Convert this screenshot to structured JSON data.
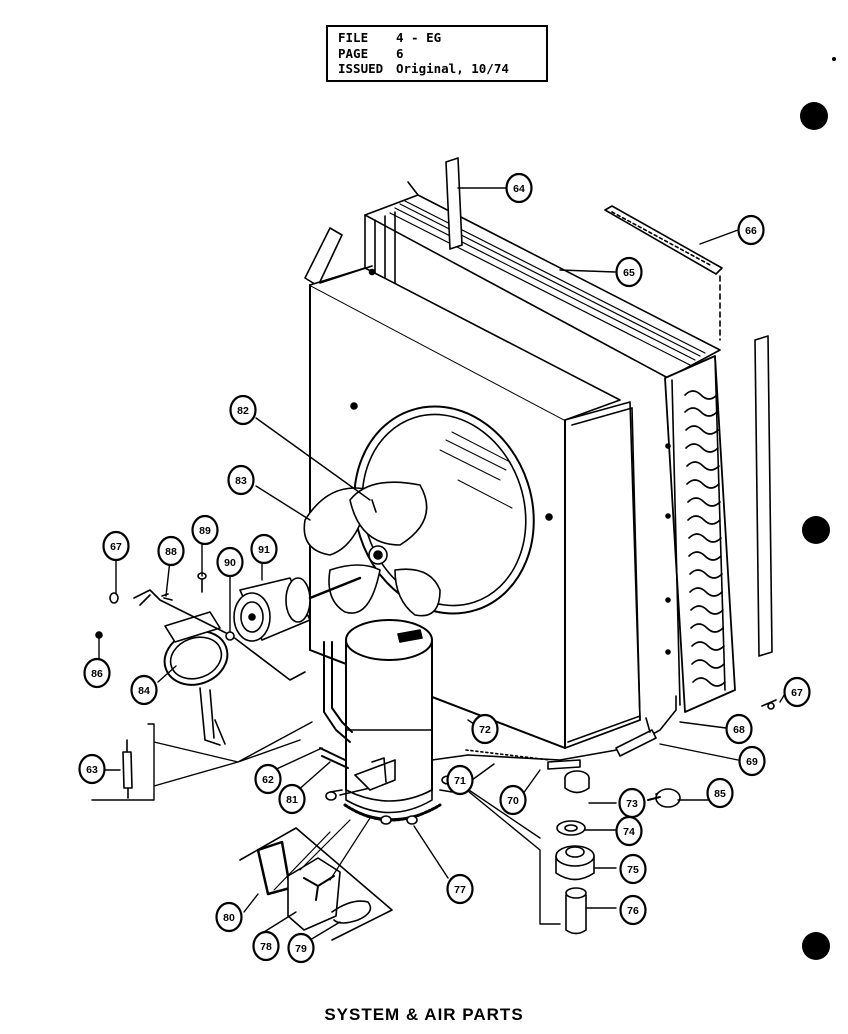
{
  "file_box": {
    "file_label": "FILE",
    "file_value": "4 - EG",
    "page_label": "PAGE",
    "page_value": "6",
    "issued_label": "ISSUED",
    "issued_value": "Original, 10/74"
  },
  "title": "SYSTEM & AIR PARTS",
  "callouts": [
    {
      "id": "c64",
      "label": "64"
    },
    {
      "id": "c66",
      "label": "66"
    },
    {
      "id": "c65",
      "label": "65"
    },
    {
      "id": "c82",
      "label": "82"
    },
    {
      "id": "c83",
      "label": "83"
    },
    {
      "id": "c89",
      "label": "89"
    },
    {
      "id": "c67a",
      "label": "67"
    },
    {
      "id": "c88",
      "label": "88"
    },
    {
      "id": "c90",
      "label": "90"
    },
    {
      "id": "c91a",
      "label": "91"
    },
    {
      "id": "c86",
      "label": "86"
    },
    {
      "id": "c84",
      "label": "84"
    },
    {
      "id": "c63",
      "label": "63"
    },
    {
      "id": "c62",
      "label": "62"
    },
    {
      "id": "c81",
      "label": "81"
    },
    {
      "id": "c72",
      "label": "72"
    },
    {
      "id": "c71",
      "label": "71"
    },
    {
      "id": "c70a",
      "label": "70"
    },
    {
      "id": "c67b",
      "label": "67"
    },
    {
      "id": "c68",
      "label": "68"
    },
    {
      "id": "c69",
      "label": "69"
    },
    {
      "id": "c85",
      "label": "85"
    },
    {
      "id": "c73",
      "label": "73"
    },
    {
      "id": "c74",
      "label": "74"
    },
    {
      "id": "c75",
      "label": "75"
    },
    {
      "id": "c76",
      "label": "76"
    },
    {
      "id": "c77",
      "label": "77"
    },
    {
      "id": "c80",
      "label": "80"
    },
    {
      "id": "c78",
      "label": "78"
    },
    {
      "id": "c79",
      "label": "79"
    }
  ]
}
